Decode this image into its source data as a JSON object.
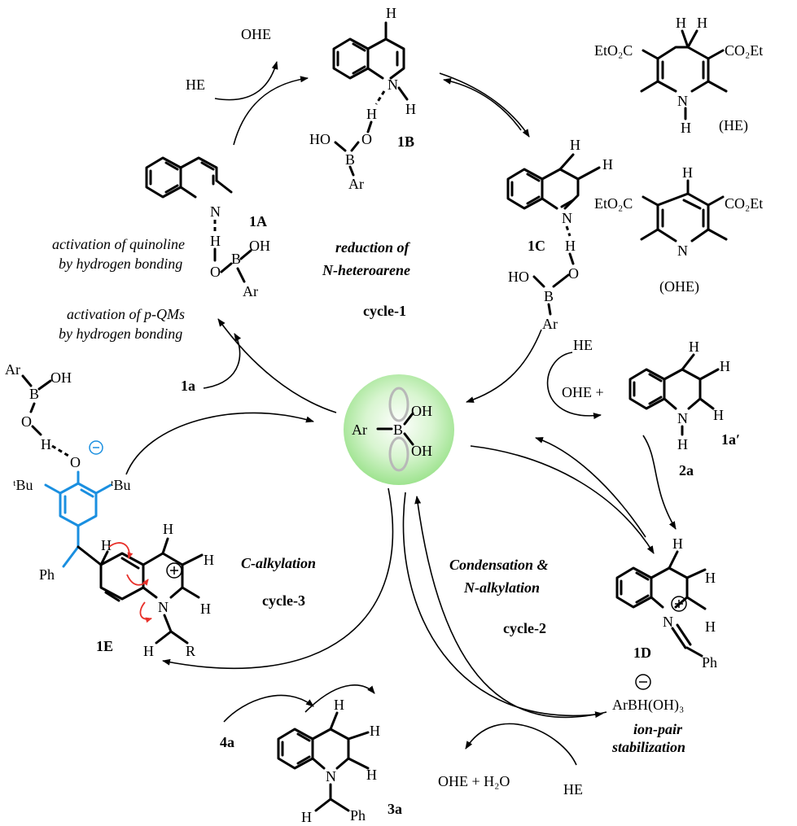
{
  "colors": {
    "purple": "#8b1a89",
    "teal": "#1f8a80",
    "magenta": "#e020d0",
    "blue": "#1a2ed6",
    "sky": "#1a8fe0",
    "red": "#e8302a",
    "pink": "#f07a7a"
  },
  "labels": {
    "ohe_top": "OHE",
    "he_top": "HE",
    "c1B": "1B",
    "c1A": "1A",
    "c1C": "1C",
    "c1a": "1a",
    "c1a_prime": "1aʹ",
    "c2a": "2a",
    "c1D": "1D",
    "c1E": "1E",
    "c3a": "3a",
    "c4a": "4a",
    "he_label": "(HE)",
    "ohe_label": "(OHE)",
    "ohe_plus": "OHE +",
    "he_right": "HE",
    "ohe_h2o": "OHE + H₂O",
    "he_bottom": "HE",
    "etO2C_top": "EtO₂C",
    "co2Et_top": "CO₂Et",
    "etO2C_mid": "EtO₂C",
    "co2Et_mid": "CO₂Et",
    "arbh": "ArBH(OH)₃",
    "tbu_left": "ᵗBu",
    "tbu_right": "ᵗBu",
    "ph_1e": "Ph",
    "ph_1d": "Ph",
    "ph_3a": "Ph",
    "r_1e": "R"
  },
  "annotations": {
    "act_quin_1": "activation of quinoline",
    "act_quin_2": "by hydrogen bonding",
    "act_pqm_1": "activation of p-QMs",
    "act_pqm_2": "by hydrogen bonding",
    "ion_pair_1": "ion-pair",
    "ion_pair_2": "stabilization"
  },
  "cycles": {
    "c1_title_1": "reduction of",
    "c1_title_2": "N-heteroarene",
    "c1_name": "cycle-1",
    "c2_title_1": "Condensation &",
    "c2_title_2": "N-alkylation",
    "c2_name": "cycle-2",
    "c3_title": "C-alkylation",
    "c3_name": "cycle-3"
  },
  "catalyst": {
    "ar": "Ar",
    "b": "B",
    "oh1": "OH",
    "oh2": "OH"
  }
}
